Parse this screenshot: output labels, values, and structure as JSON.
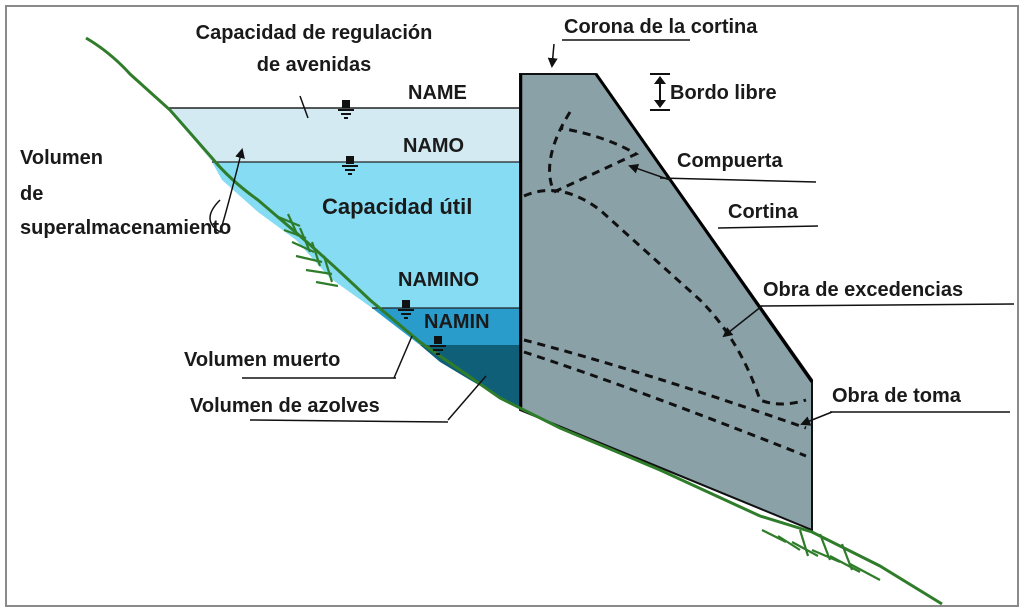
{
  "labels": {
    "capacidad_regulacion_1": "Capacidad de regulación",
    "capacidad_regulacion_2": "de avenidas",
    "corona": "Corona de la cortina",
    "bordo_libre": "Bordo libre",
    "name": "NAME",
    "namo": "NAMO",
    "compuerta": "Compuerta",
    "volumen_1": "Volumen",
    "volumen_2": "de",
    "volumen_3": "superalmacenamiento",
    "capacidad_util": "Capacidad útil",
    "cortina": "Cortina",
    "namino": "NAMINO",
    "namin": "NAMIN",
    "obra_excedencias": "Obra de excedencias",
    "volumen_muerto": "Volumen muerto",
    "obra_toma": "Obra de toma",
    "volumen_azolves": "Volumen de azolves"
  },
  "colors": {
    "superalmacenamiento_zone": "#d3eaf3",
    "capacidad_util_zone": "#86dcf3",
    "volumen_muerto_zone": "#2a9ccb",
    "azolves_zone": "#0f5f79",
    "dam_body": "#8aa1a7",
    "ground_line": "#2f7d2a",
    "border": "#8a8a8a"
  }
}
